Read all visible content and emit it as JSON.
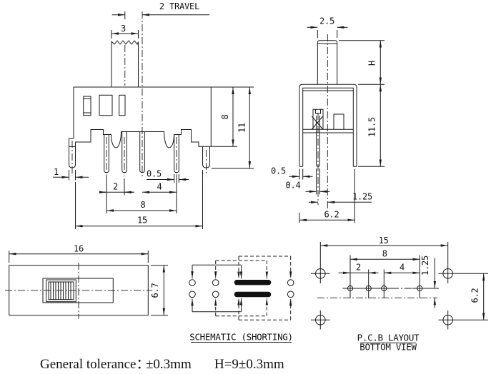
{
  "front_view": {
    "dims": {
      "travel": "2 TRAVEL",
      "shaft_width": "3",
      "body_height": "8",
      "total_height": "11",
      "leg_width": "1",
      "pin_width": "0.5",
      "pin_pitch": "2",
      "pole_pitch": "4",
      "pin_span": "8",
      "mount_span": "15"
    }
  },
  "side_view": {
    "dims": {
      "shaft_depth": "2.5",
      "knob_height": "H",
      "body_height": "11.5",
      "leg_thickness": "0.5",
      "pin_thickness": "0.4",
      "pin_offset": "1.25",
      "body_depth": "6.2"
    }
  },
  "top_view": {
    "dims": {
      "length": "16",
      "width": "6.7"
    }
  },
  "schematic": {
    "title": "SCHEMATIC (SHORTING)"
  },
  "pcb": {
    "title": "P.C.B LAYOUT",
    "subtitle": "BOTTOM VIEW",
    "dims": {
      "mount_span": "15",
      "pin_span": "8",
      "pin_pitch": "2",
      "pole_pitch": "4",
      "pin_offset": "1.25",
      "mount_depth": "6.2"
    }
  },
  "notes": {
    "tolerance_label": "General tolerance：",
    "tolerance_value": "±0.3mm",
    "h_note": "H=9±0.3mm"
  }
}
